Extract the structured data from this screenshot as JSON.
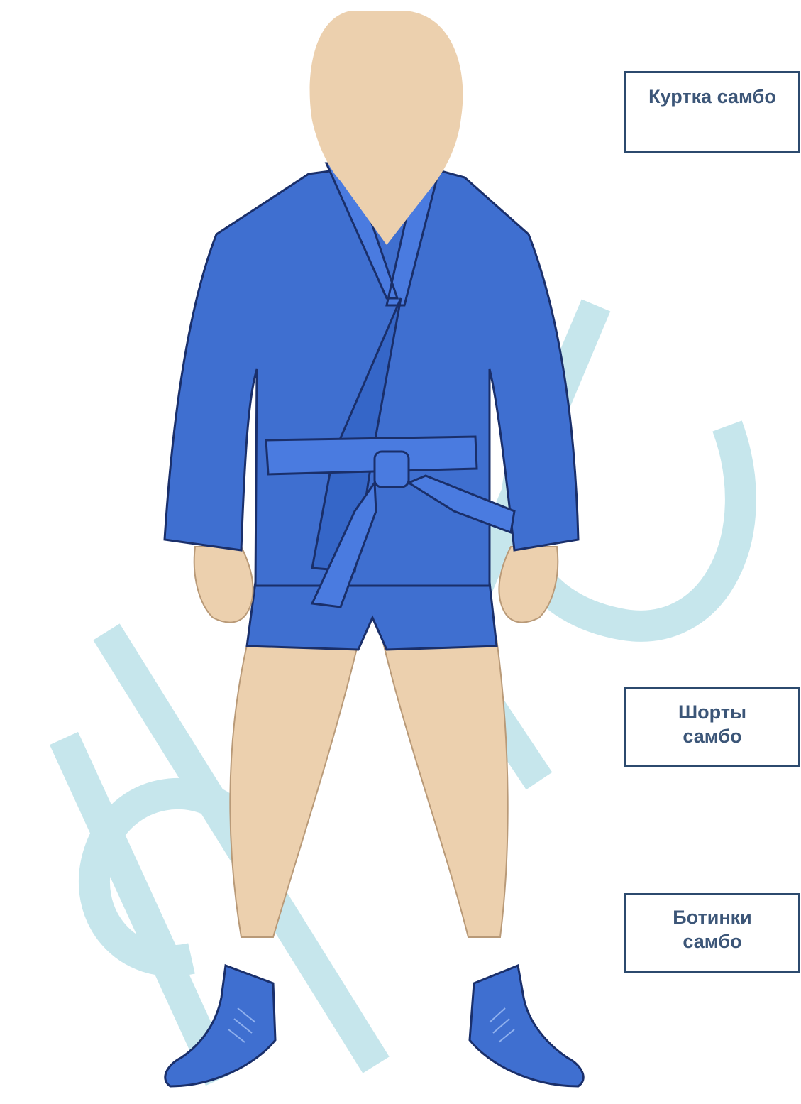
{
  "labels": {
    "jacket": "Куртка самбо",
    "shorts_line1": "Шорты",
    "shorts_line2": "самбо",
    "boots_line1": "Ботинки",
    "boots_line2": "самбо"
  },
  "watermark": {
    "color": "#c6e6ec"
  },
  "colors": {
    "uniform": "#3f6fd0",
    "uniform_dark": "#2b52a8",
    "skin": "#ecd0ae",
    "label_border": "#2c4a6e",
    "label_text": "#3c5678"
  }
}
